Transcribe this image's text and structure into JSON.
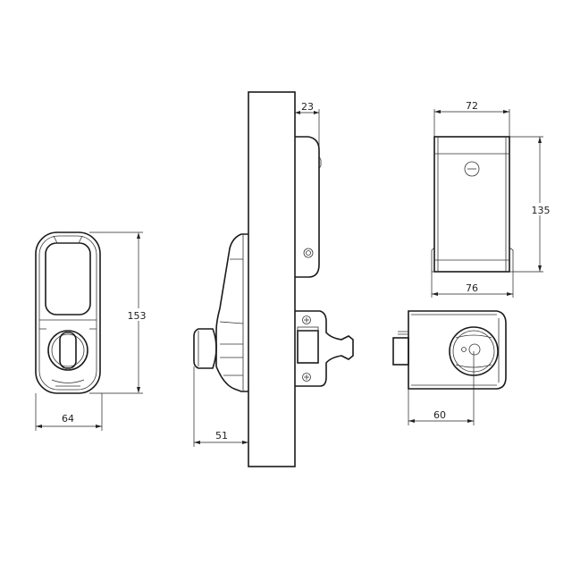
{
  "dimensions": {
    "front_height": "153",
    "front_width": "64",
    "outside_projection": "51",
    "inside_depth": "23",
    "cover_width_top": "72",
    "cover_width_bottom": "76",
    "cover_height": "135",
    "lock_backset": "60"
  },
  "colors": {
    "line": "#1a1a1a",
    "background": "#ffffff"
  }
}
